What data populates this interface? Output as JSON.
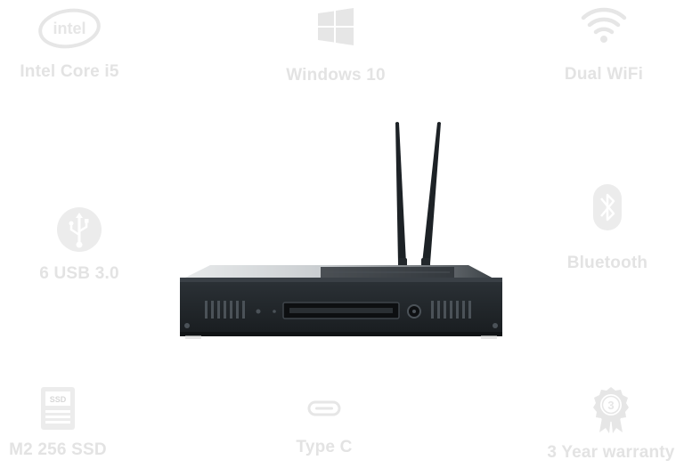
{
  "features": {
    "intel": {
      "label": "Intel Core i5",
      "icon": "intel-logo-icon",
      "logo_text": "intel"
    },
    "windows": {
      "label": "Windows 10",
      "icon": "windows-logo-icon"
    },
    "wifi": {
      "label": "Dual WiFi",
      "icon": "wifi-icon"
    },
    "usb": {
      "label": "6 USB 3.0",
      "icon": "usb-icon"
    },
    "bluetooth": {
      "label": "Bluetooth",
      "icon": "bluetooth-icon"
    },
    "ssd": {
      "label": "M2 256 SSD",
      "icon": "ssd-icon",
      "chip_text": "SSD"
    },
    "typec": {
      "label": "Type C",
      "icon": "type-c-port-icon"
    },
    "warranty": {
      "label": "3 Year warranty",
      "icon": "warranty-badge-icon",
      "badge_text": "3"
    }
  },
  "device": {
    "icon": "mini-pc-with-antennas"
  },
  "colors": {
    "background": "#ffffff",
    "feature_gray": "#e3e3e3",
    "device_body": "#1f2428"
  }
}
